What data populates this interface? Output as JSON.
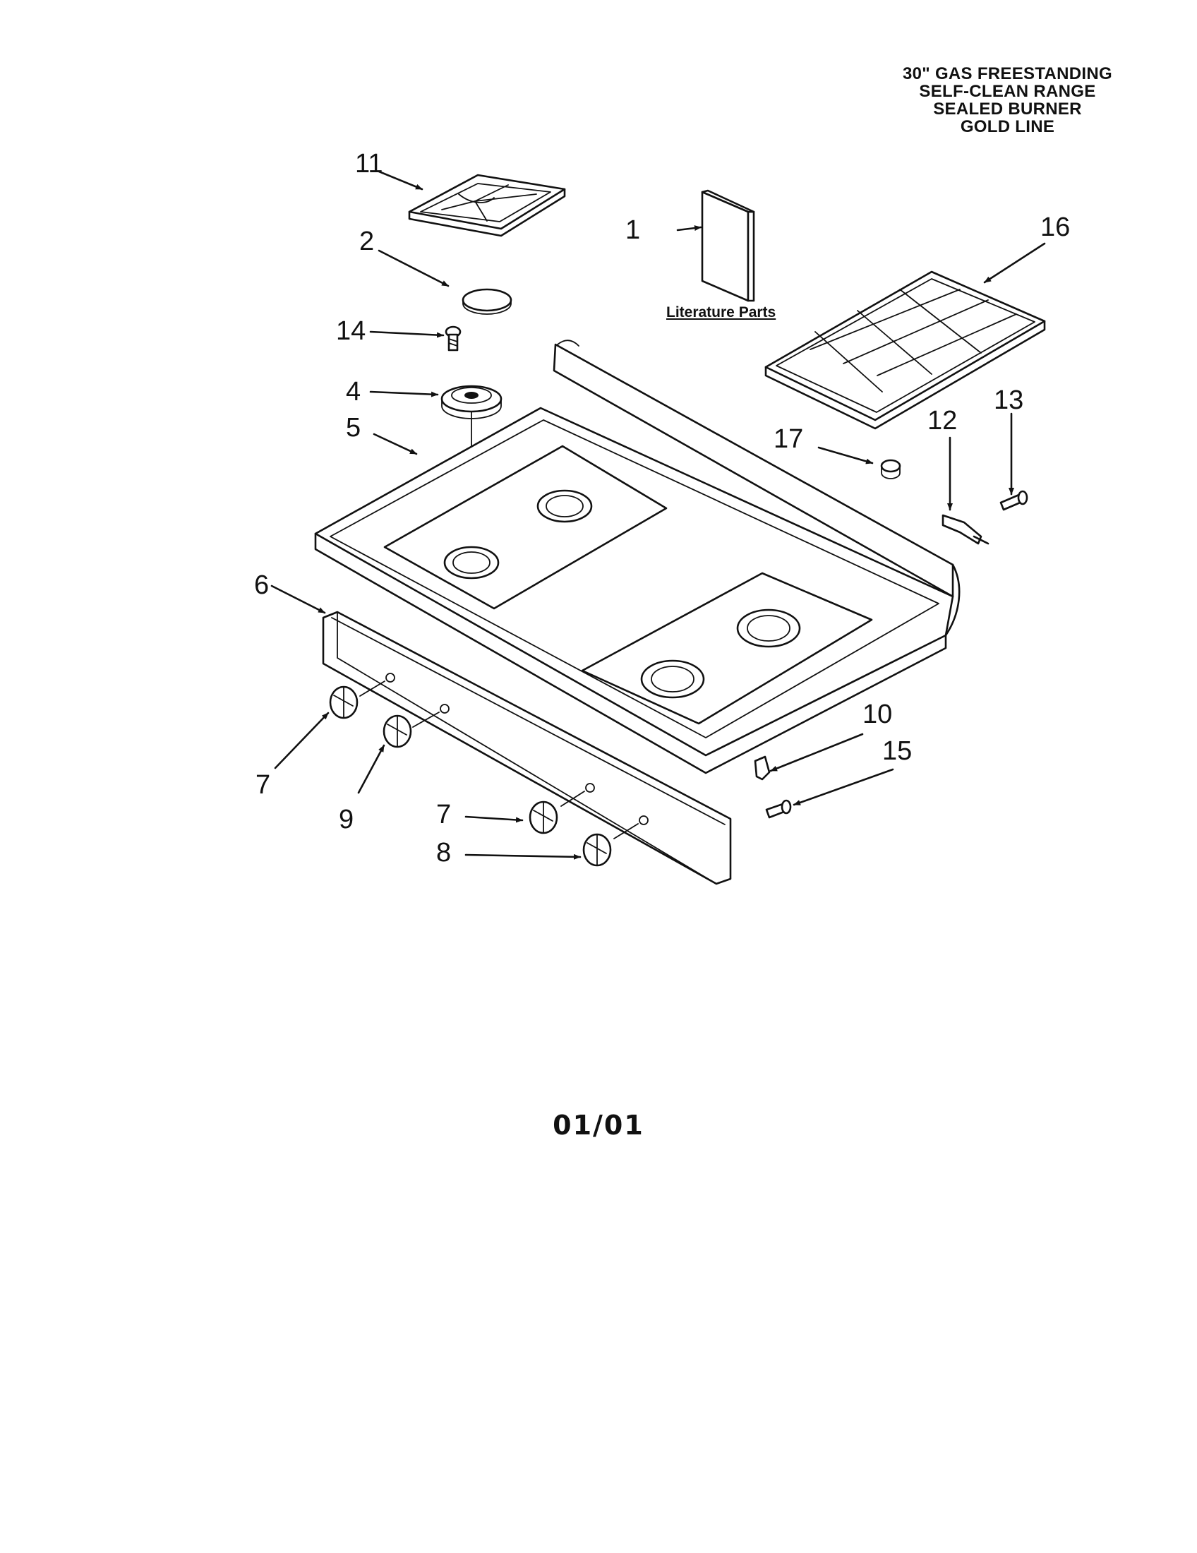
{
  "title_lines": [
    "30\" GAS FREESTANDING",
    "SELF-CLEAN RANGE",
    "SEALED BURNER",
    "GOLD LINE"
  ],
  "literature_label": "Literature Parts",
  "page_number": "01/01",
  "callouts": {
    "c1": "1",
    "c2": "2",
    "c4": "4",
    "c5": "5",
    "c6": "6",
    "c7a": "7",
    "c7b": "7",
    "c8": "8",
    "c9": "9",
    "c10": "10",
    "c11": "11",
    "c12": "12",
    "c13": "13",
    "c14": "14",
    "c15": "15",
    "c16": "16",
    "c17": "17"
  }
}
